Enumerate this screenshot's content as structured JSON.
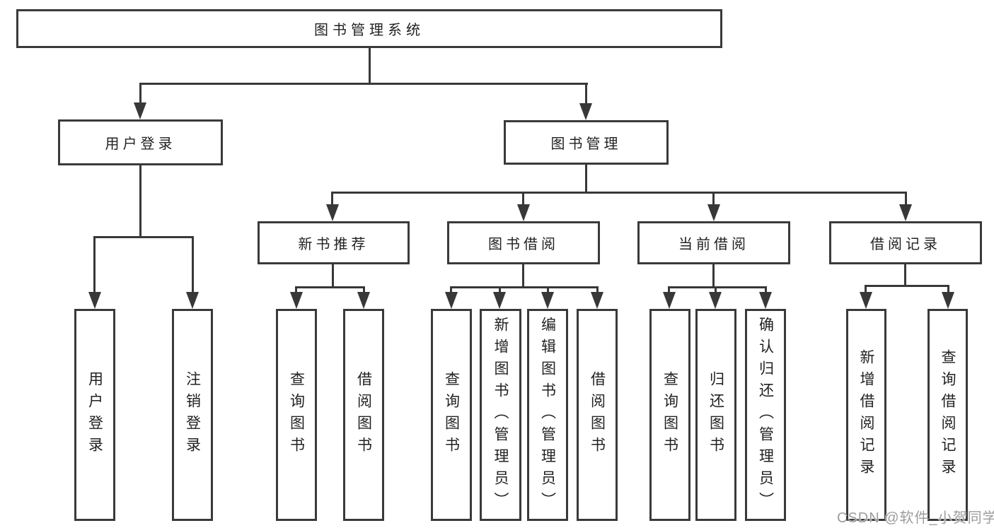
{
  "nodes": {
    "root": {
      "label": "图书管理系统"
    },
    "user_login": {
      "label": "用户登录"
    },
    "book_management": {
      "label": "图书管理"
    },
    "new_book_recommendation": {
      "label": "新书推荐"
    },
    "book_borrowing": {
      "label": "图书借阅"
    },
    "current_borrowing": {
      "label": "当前借阅"
    },
    "borrowing_records": {
      "label": "借阅记录"
    }
  },
  "leaves": [
    {
      "label": "用户登录"
    },
    {
      "label": "注销登录"
    },
    {
      "label": "查询图书"
    },
    {
      "label": "借阅图书"
    },
    {
      "label": "查询图书"
    },
    {
      "label": "新增图书（管理员）"
    },
    {
      "label": "编辑图书（管理员）"
    },
    {
      "label": "借阅图书"
    },
    {
      "label": "查询图书"
    },
    {
      "label": "归还图书"
    },
    {
      "label": "确认归还（管理员）"
    },
    {
      "label": "新增借阅记录"
    },
    {
      "label": "查询借阅记录"
    }
  ],
  "watermark": {
    "text": "CSDN @软件_小贺同学"
  },
  "colors": {
    "line": "#383838",
    "border": "#3a3a3a",
    "text": "#222222",
    "watermark": "#9c9c9c",
    "background": "#ffffff"
  }
}
